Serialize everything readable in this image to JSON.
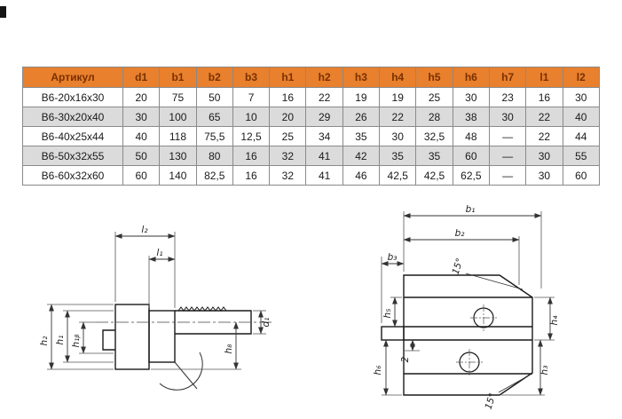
{
  "colors": {
    "header_bg": "#E8802D",
    "header_text": "#7A3000",
    "row_alt_bg": "#DBDBDB",
    "border": "#8A8A8A",
    "cell_text": "#1A1A1A"
  },
  "table": {
    "headers": [
      "Артикул",
      "d1",
      "b1",
      "b2",
      "b3",
      "h1",
      "h2",
      "h3",
      "h4",
      "h5",
      "h6",
      "h7",
      "l1",
      "l2"
    ],
    "rows": [
      [
        "B6-20x16x30",
        "20",
        "75",
        "50",
        "7",
        "16",
        "22",
        "19",
        "19",
        "25",
        "30",
        "23",
        "16",
        "30"
      ],
      [
        "B6-30x20x40",
        "30",
        "100",
        "65",
        "10",
        "20",
        "29",
        "26",
        "22",
        "28",
        "38",
        "30",
        "22",
        "40"
      ],
      [
        "B6-40x25x44",
        "40",
        "118",
        "75,5",
        "12,5",
        "25",
        "34",
        "35",
        "30",
        "32,5",
        "48",
        "—",
        "22",
        "44"
      ],
      [
        "B6-50x32x55",
        "50",
        "130",
        "80",
        "16",
        "32",
        "41",
        "42",
        "35",
        "35",
        "60",
        "—",
        "30",
        "55"
      ],
      [
        "B6-60x32x60",
        "60",
        "140",
        "82,5",
        "16",
        "32",
        "41",
        "46",
        "42,5",
        "42,5",
        "62,5",
        "—",
        "30",
        "60"
      ]
    ]
  },
  "drawings": {
    "left": {
      "l2": "l₂",
      "l1": "l₁",
      "h2": "h₂",
      "h1": "h₁",
      "h1b": "h₁ᵦ",
      "d1": "d₁",
      "h8": "h₈"
    },
    "right": {
      "b1": "b₁",
      "b2": "b₂",
      "b3": "b₃",
      "h5": "h₅",
      "h6": "h₆",
      "h4": "h₄",
      "h3": "h₃",
      "slot_offset": "2",
      "angle_top": "15°",
      "angle_bottom": "15°"
    }
  }
}
